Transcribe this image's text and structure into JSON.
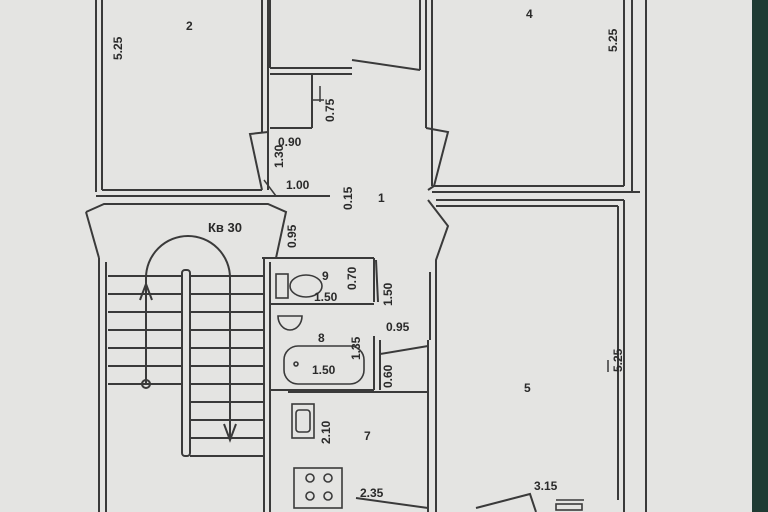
{
  "apartment": {
    "label": "Кв 30"
  },
  "rooms": {
    "r1": "1",
    "r2": "2",
    "r4": "4",
    "r5": "5",
    "r7": "7",
    "r8": "8",
    "r9": "9"
  },
  "dimensions": {
    "d_525_room2": "5.25",
    "d_525_room4": "5.25",
    "d_525_room5": "5.25",
    "d_075": "0.75",
    "d_090": "0.90",
    "d_130": "1.30",
    "d_100": "1.00",
    "d_015": "0.15",
    "d_095_left": "0.95",
    "d_070": "0.70",
    "d_150_wc": "1.50",
    "d_150_corr": "1.50",
    "d_135": "1.35",
    "d_095_right": "0.95",
    "d_150_bath": "1.50",
    "d_060": "0.60",
    "d_210": "2.10",
    "d_235": "2.35",
    "d_315": "3.15"
  },
  "colors": {
    "paper": "#e4e4e2",
    "ink": "#3a3a3a",
    "background": "#d9d9d7",
    "edge_strip": "#1f3b33"
  }
}
